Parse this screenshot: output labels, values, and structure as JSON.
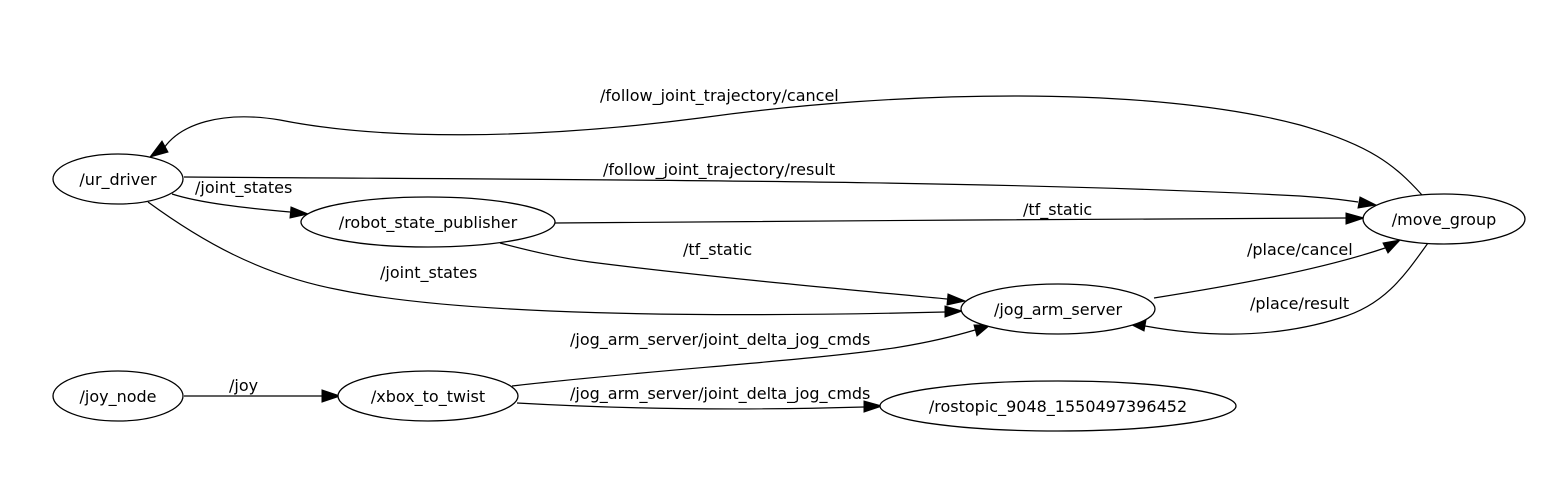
{
  "graph": {
    "nodes": {
      "ur_driver": "/ur_driver",
      "robot_state_publisher": "/robot_state_publisher",
      "move_group": "/move_group",
      "jog_arm_server": "/jog_arm_server",
      "joy_node": "/joy_node",
      "xbox_to_twist": "/xbox_to_twist",
      "rostopic": "/rostopic_9048_1550497396452"
    },
    "edges": {
      "follow_cancel": "/follow_joint_trajectory/cancel",
      "follow_result": "/follow_joint_trajectory/result",
      "joint_states_rsp": "/joint_states",
      "joint_states_jog": "/joint_states",
      "tf_static_move": "/tf_static",
      "tf_static_jog": "/tf_static",
      "place_cancel": "/place/cancel",
      "place_result": "/place/result",
      "jog_cmds_server": "/jog_arm_server/joint_delta_jog_cmds",
      "jog_cmds_rostopic": "/jog_arm_server/joint_delta_jog_cmds",
      "joy": "/joy"
    }
  }
}
